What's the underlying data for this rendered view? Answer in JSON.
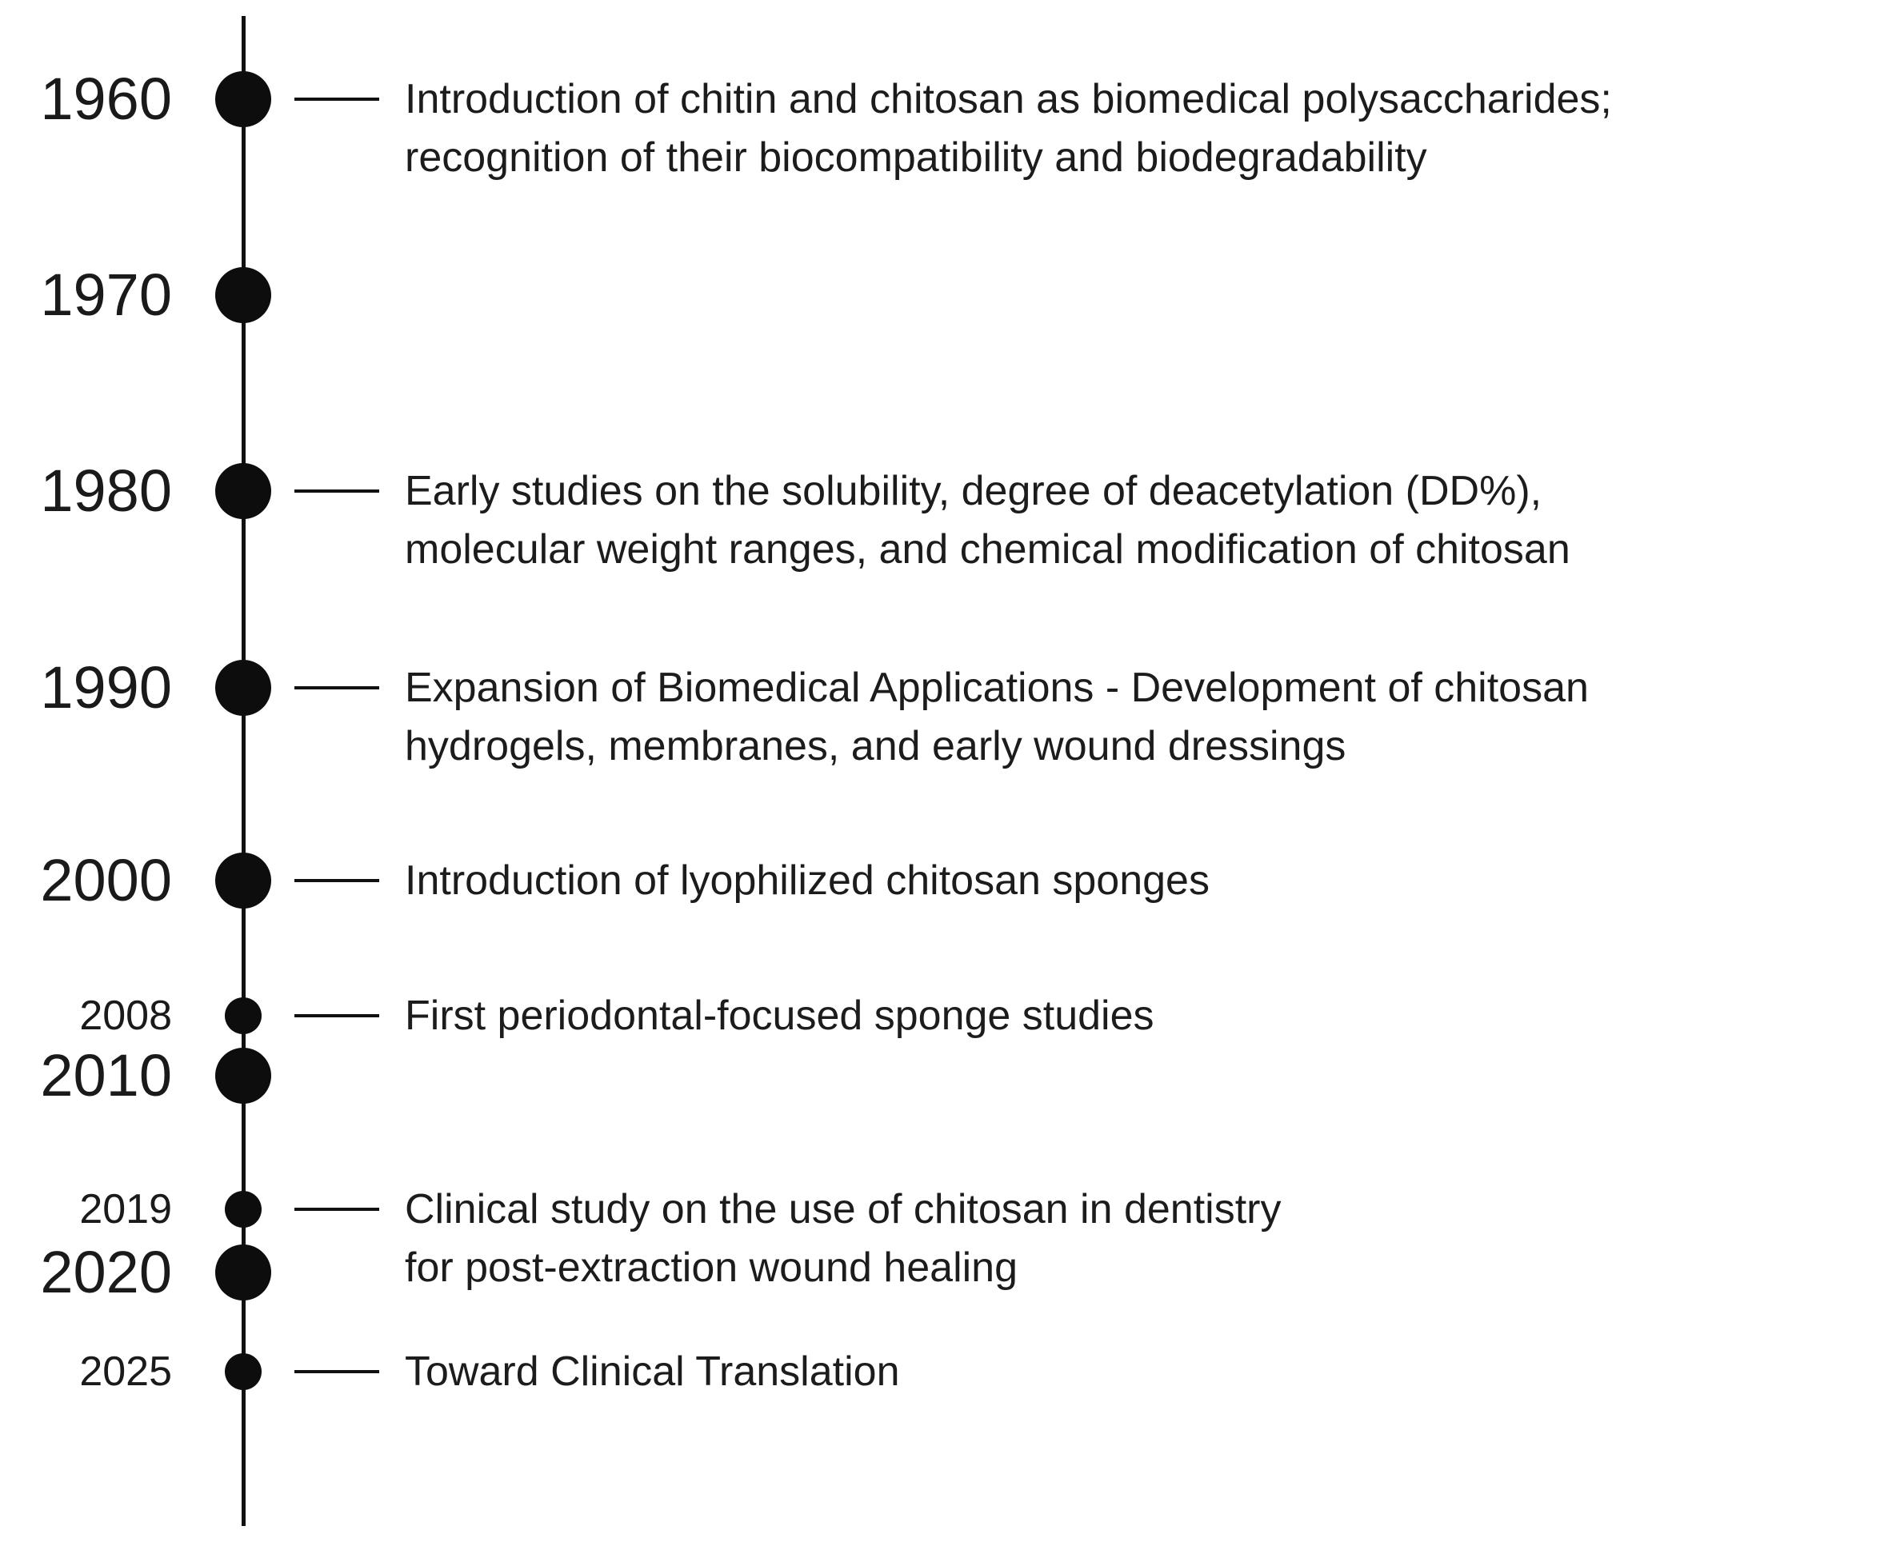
{
  "timeline": {
    "events": [
      {
        "year": "1960",
        "description": "Introduction of chitin and chitosan as biomedical polysaccharides;\nrecognition of their biocompatibility and biodegradability"
      },
      {
        "year": "1970",
        "description": ""
      },
      {
        "year": "1980",
        "description": "Early studies on the solubility, degree of deacetylation (DD%),\nmolecular weight ranges, and chemical modification of chitosan"
      },
      {
        "year": "1990",
        "description": "Expansion of Biomedical Applications - Development of chitosan\nhydrogels, membranes, and early wound dressings"
      },
      {
        "year": "2000",
        "description": "Introduction of lyophilized chitosan sponges"
      },
      {
        "year": "2008",
        "description": "First periodontal-focused sponge studies"
      },
      {
        "year": "2010",
        "description": ""
      },
      {
        "year": "2019",
        "description": "Clinical study on the use of chitosan in dentistry\nfor post-extraction wound healing"
      },
      {
        "year": "2020",
        "description": ""
      },
      {
        "year": "2025",
        "description": "Toward Clinical Translation"
      }
    ]
  }
}
